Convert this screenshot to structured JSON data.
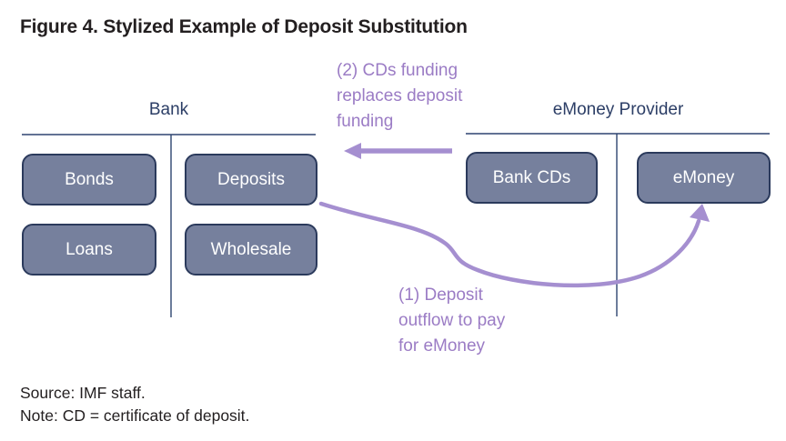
{
  "title": "Figure 4. Stylized Example of Deposit Substitution",
  "accounts": [
    {
      "name": "Bank",
      "assets": [
        "Bonds",
        "Loans"
      ],
      "liabilities": [
        "Deposits",
        "Wholesale"
      ]
    },
    {
      "name": "eMoney Provider",
      "assets": [
        "Bank CDs"
      ],
      "liabilities": [
        "eMoney"
      ]
    }
  ],
  "annotations": {
    "step2": {
      "lines": [
        "(2) CDs funding",
        "replaces deposit",
        "funding"
      ]
    },
    "step1": {
      "lines": [
        "(1) Deposit",
        "outflow to pay",
        "for eMoney"
      ]
    }
  },
  "footer": {
    "source": "Source: IMF staff.",
    "note": "Note: CD = certificate of deposit."
  },
  "colors": {
    "background": "#FFFFFF",
    "title_text": "#231F20",
    "header_text": "#2C3E66",
    "account_line": "#2E4470",
    "box_fill": "#76809D",
    "box_border": "#2B3A5C",
    "box_text": "#FFFFFF",
    "arrow": "#A58FD0",
    "annotation_text": "#9B7CC5",
    "footer_text": "#231F20"
  }
}
